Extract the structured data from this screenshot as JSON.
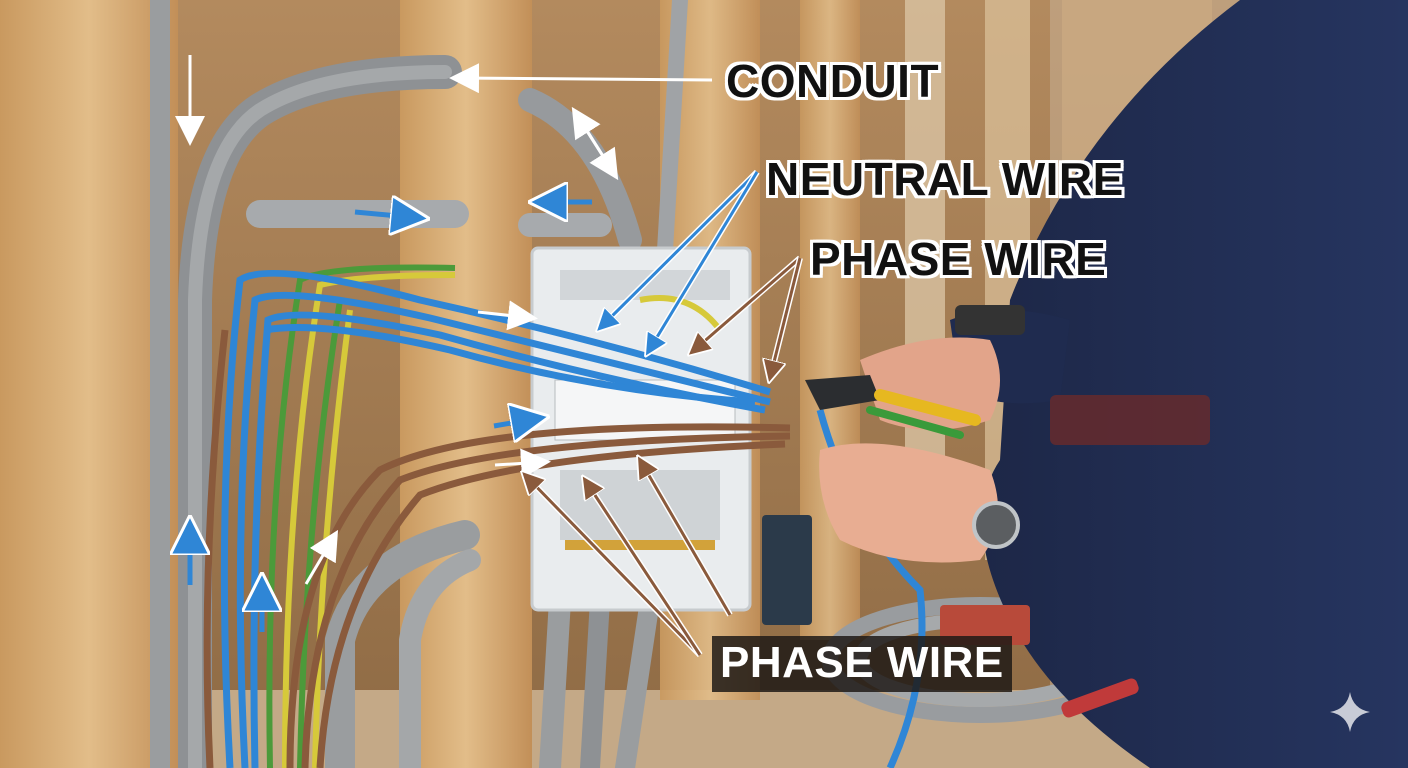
{
  "labels": {
    "conduit": "CONDUIT",
    "neutral_wire": "NEUTRAL WIRE",
    "phase_wire_top": "PHASE WIRE",
    "phase_wire_bottom": "PHASE WIRE"
  },
  "colors": {
    "neutral": "#2f86d6",
    "phase": "#8a5a3c",
    "earth_green": "#4c9a3a",
    "earth_yellow": "#d6c93a",
    "conduit": "#9a9d9f",
    "timber": "#d8b07e",
    "sleeve": "#1f2a4a"
  },
  "icons": [
    "sparkle-icon"
  ]
}
